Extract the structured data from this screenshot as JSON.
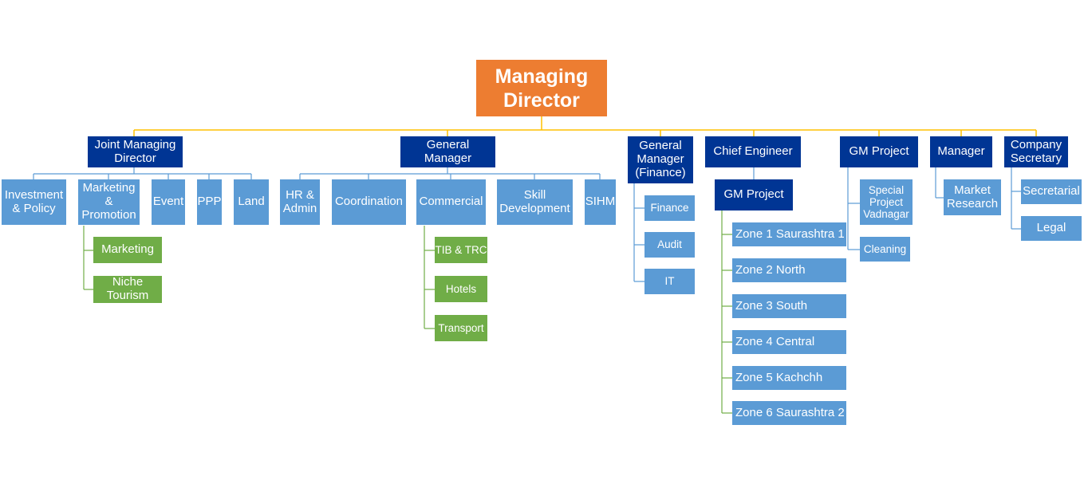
{
  "colors": {
    "top": "#ED7D31",
    "head": "#003594",
    "unit": "#5B9BD5",
    "sub": "#70AD47",
    "connector_gold": "#FFC000",
    "connector_blue": "#5B9BD5",
    "connector_green": "#70AD47"
  },
  "org": {
    "top": "Managing\nDirector",
    "jmd": {
      "title": "Joint Managing\nDirector",
      "investment": "Investment\n& Policy",
      "marketing_promotion": "Marketing\n&\nPromotion",
      "event": "Event",
      "ppp": "PPP",
      "land": "Land",
      "marketing": "Marketing",
      "niche": "Niche\nTourism"
    },
    "gm": {
      "title": "General\nManager",
      "hr": "HR &\nAdmin",
      "coordination": "Coordination",
      "commercial": "Commercial",
      "skill": "Skill\nDevelopment",
      "sihm": "SIHM",
      "tib": "TIB & TRC",
      "hotels": "Hotels",
      "transport": "Transport"
    },
    "gmf": {
      "title": "General\nManager\n(Finance)",
      "finance": "Finance",
      "audit": "Audit",
      "it": "IT"
    },
    "ce": {
      "title": "Chief Engineer",
      "gm_project": "GM Project",
      "zones": [
        "Zone 1 Saurashtra 1",
        "Zone 2 North",
        "Zone 3 South",
        "Zone 4 Central",
        "Zone 5 Kachchh",
        "Zone 6 Saurashtra 2"
      ]
    },
    "gmp": {
      "title": "GM Project",
      "special": "Special\nProject\nVadnagar",
      "cleaning": "Cleaning"
    },
    "mgr": {
      "title": "Manager",
      "research": "Market\nResearch"
    },
    "cs": {
      "title": "Company\nSecretary",
      "secretarial": "Secretarial",
      "legal": "Legal"
    }
  }
}
